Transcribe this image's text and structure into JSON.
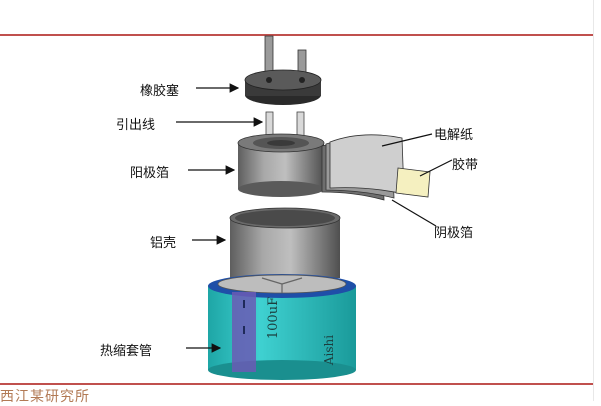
{
  "labels": {
    "rubber_plug": "橡胶塞",
    "lead_wire": "引出线",
    "anode_foil": "阳极箔",
    "electrolytic_paper": "电解纸",
    "tape": "胶带",
    "cathode_foil": "阴极箔",
    "aluminum_shell": "铝壳",
    "heat_shrink_sleeve": "热缩套管"
  },
  "sleeve_text": {
    "capacitance": "100uF",
    "brand": "Aishi"
  },
  "footer": {
    "source": "西江某研究所"
  },
  "colors": {
    "accent_rule": "#c0504d",
    "sleeve_fill": "#2fc4c4",
    "sleeve_stripe": "#6b5bb5",
    "metal_gray": "#8c8c8c"
  }
}
